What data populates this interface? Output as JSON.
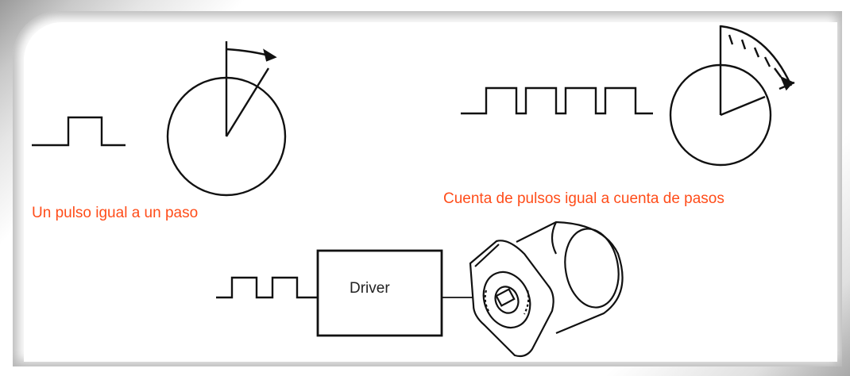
{
  "captions": {
    "single_pulse": "Un pulso igual a un paso",
    "pulse_count": "Cuenta de pulsos igual a cuenta de pasos"
  },
  "driver": {
    "label": "Driver"
  },
  "colors": {
    "caption": "#ff4d1a",
    "line": "#111111",
    "panel_shadow": "#8c8c8c"
  },
  "icons": {
    "single_pulse": "single-square-pulse",
    "pulse_train": "square-pulse-train",
    "rotor_single_step": "circle-with-step-arc",
    "rotor_multi_step": "circle-with-graduated-arc",
    "motor": "stepper-motor"
  }
}
